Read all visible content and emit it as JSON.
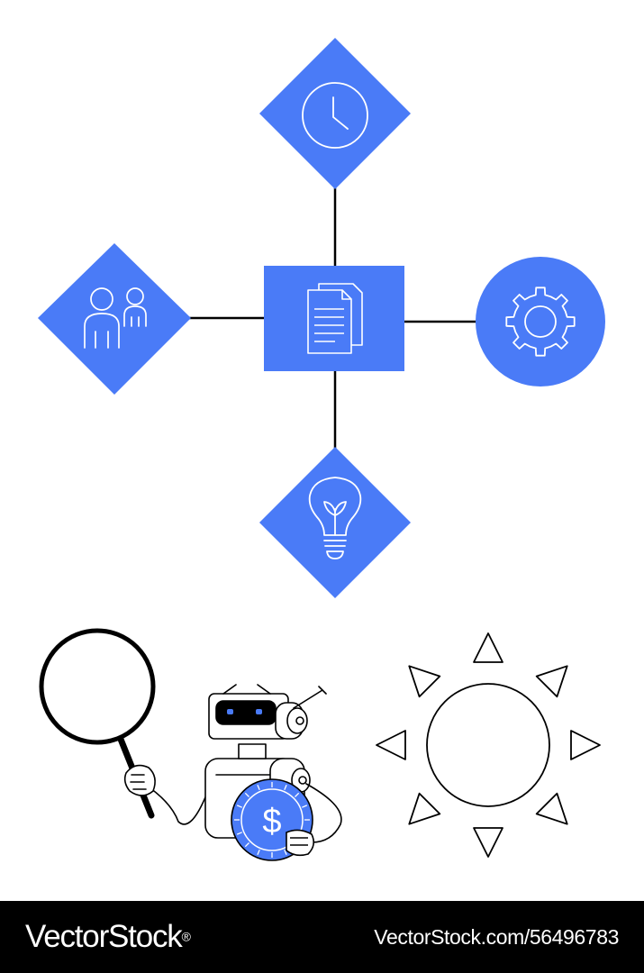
{
  "colors": {
    "accent": "#4a7bf7",
    "stroke": "#000000",
    "icon_stroke": "#ffffff",
    "banner_bg": "#000000",
    "banner_text": "#ffffff"
  },
  "nodes": [
    {
      "id": "center",
      "shape": "square",
      "icon": "document-icon"
    },
    {
      "id": "top",
      "shape": "diamond",
      "icon": "clock-icon"
    },
    {
      "id": "left",
      "shape": "diamond",
      "icon": "people-icon"
    },
    {
      "id": "right",
      "shape": "circle",
      "icon": "gear-icon"
    },
    {
      "id": "bottom",
      "shape": "diamond",
      "icon": "lightbulb-icon"
    }
  ],
  "illustrations": [
    "magnifying-glass-icon",
    "robot-icon",
    "dollar-coin-icon",
    "sun-icon"
  ],
  "watermark": {
    "brand": "VectorStock",
    "registered": "®",
    "url": "VectorStock.com/56496783"
  }
}
